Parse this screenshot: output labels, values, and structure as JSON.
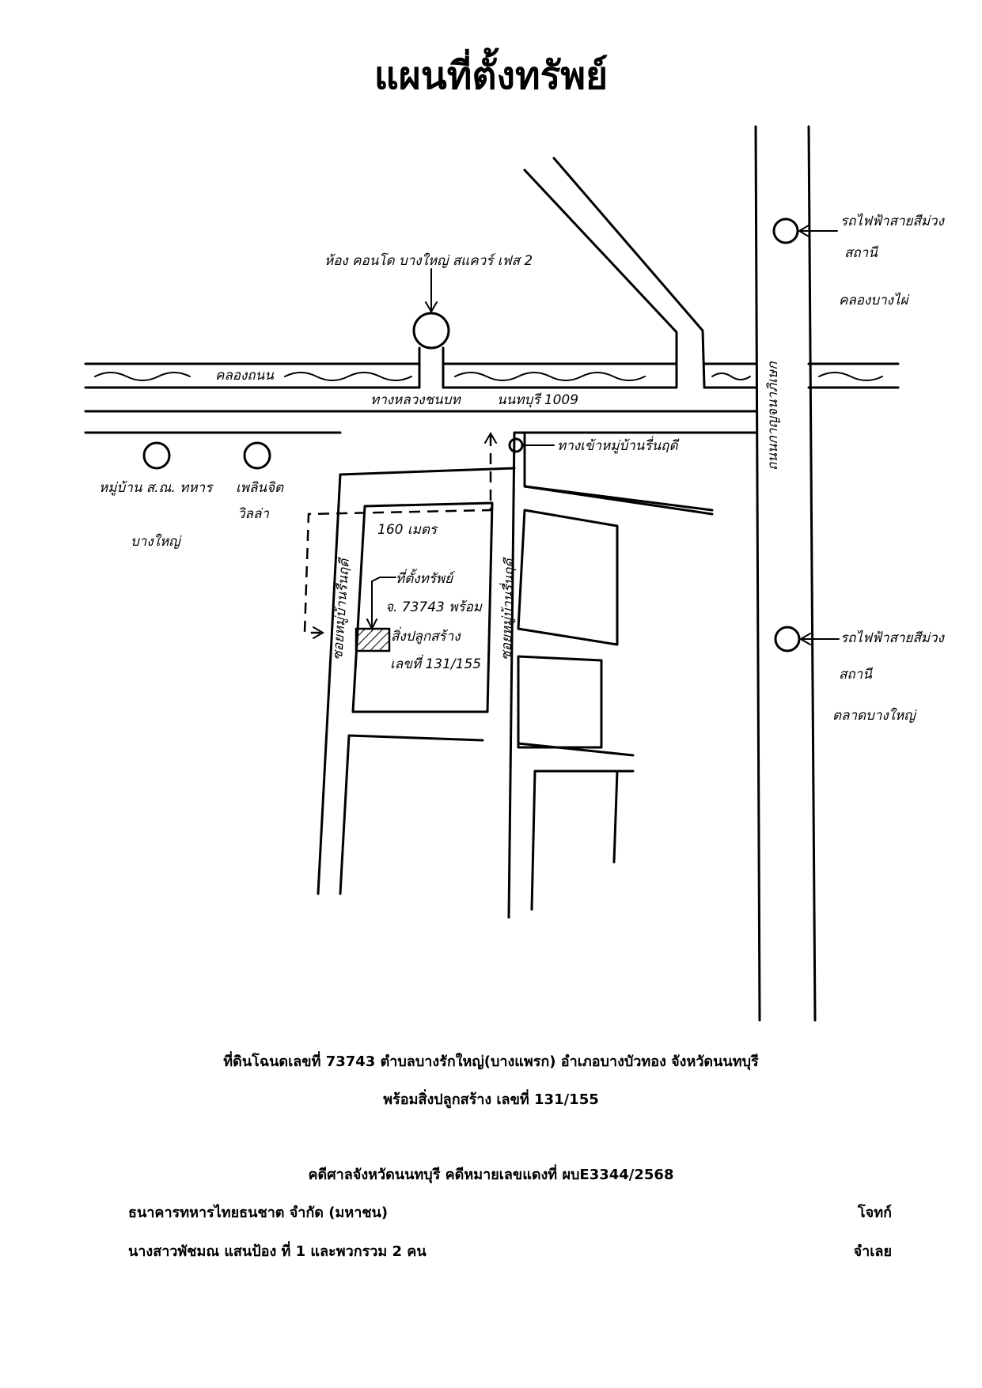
{
  "title": "แผนที่ตั้งทรัพย์",
  "map": {
    "labels": {
      "condo": "ห้อง คอนโด บางใหญ่ สแควร์ เฟส 2",
      "canal": "คลองถนน",
      "highway": "ทางหลวงชนบท",
      "nonthaburi_road": "นนทบุรี 1009",
      "entrance": "ทางเข้าหมู่บ้านรื่นฤดี",
      "village": "หมู่บ้าน ส.ณ. ทหาร",
      "village_line2": "บางใหญ่",
      "place2_line1": "เพลินจิต",
      "place2_line2": "วิลล่า",
      "distance": "160 เมตร",
      "property_line1": "ที่ตั้งทรัพย์",
      "property_line2": "จ. 73743 พร้อม",
      "property_line3": "สิ่งปลูกสร้าง",
      "property_line4": "เลขที่ 131/155",
      "soi_left": "ซอยหมู่บ้านรื่นฤดี",
      "soi_right": "ซอยหมู่บ้านรื่นฤดี",
      "main_road": "ถนนกาญจนาภิเษก",
      "pea_north_line1": "รถไฟฟ้าสายสีม่วง",
      "pea_north_line2": "สถานี",
      "pea_north_line3": "คลองบางไผ่",
      "pea_south_line1": "รถไฟฟ้าสายสีม่วง",
      "pea_south_line2": "สถานี",
      "pea_south_line3": "ตลาดบางใหญ่"
    }
  },
  "caption": {
    "line1": "ที่ดินโฉนดเลขที่ 73743 ตำบลบางรักใหญ่(บางแพรก) อำเภอบางบัวทอง จังหวัดนนทบุรี",
    "line2": "พร้อมสิ่งปลูกสร้าง เลขที่ 131/155",
    "case": "คดีศาลจังหวัดนนทบุรี คดีหมายเลขแดงที่  ผบE3344/2568"
  },
  "parties": [
    {
      "name": "ธนาคารทหารไทยธนชาต จำกัด (มหาชน)",
      "role": "โจทก์"
    },
    {
      "name": "นางสาวพัชมณ แสนป้อง ที่ 1 และพวกรวม 2 คน",
      "role": "จำเลย"
    }
  ]
}
